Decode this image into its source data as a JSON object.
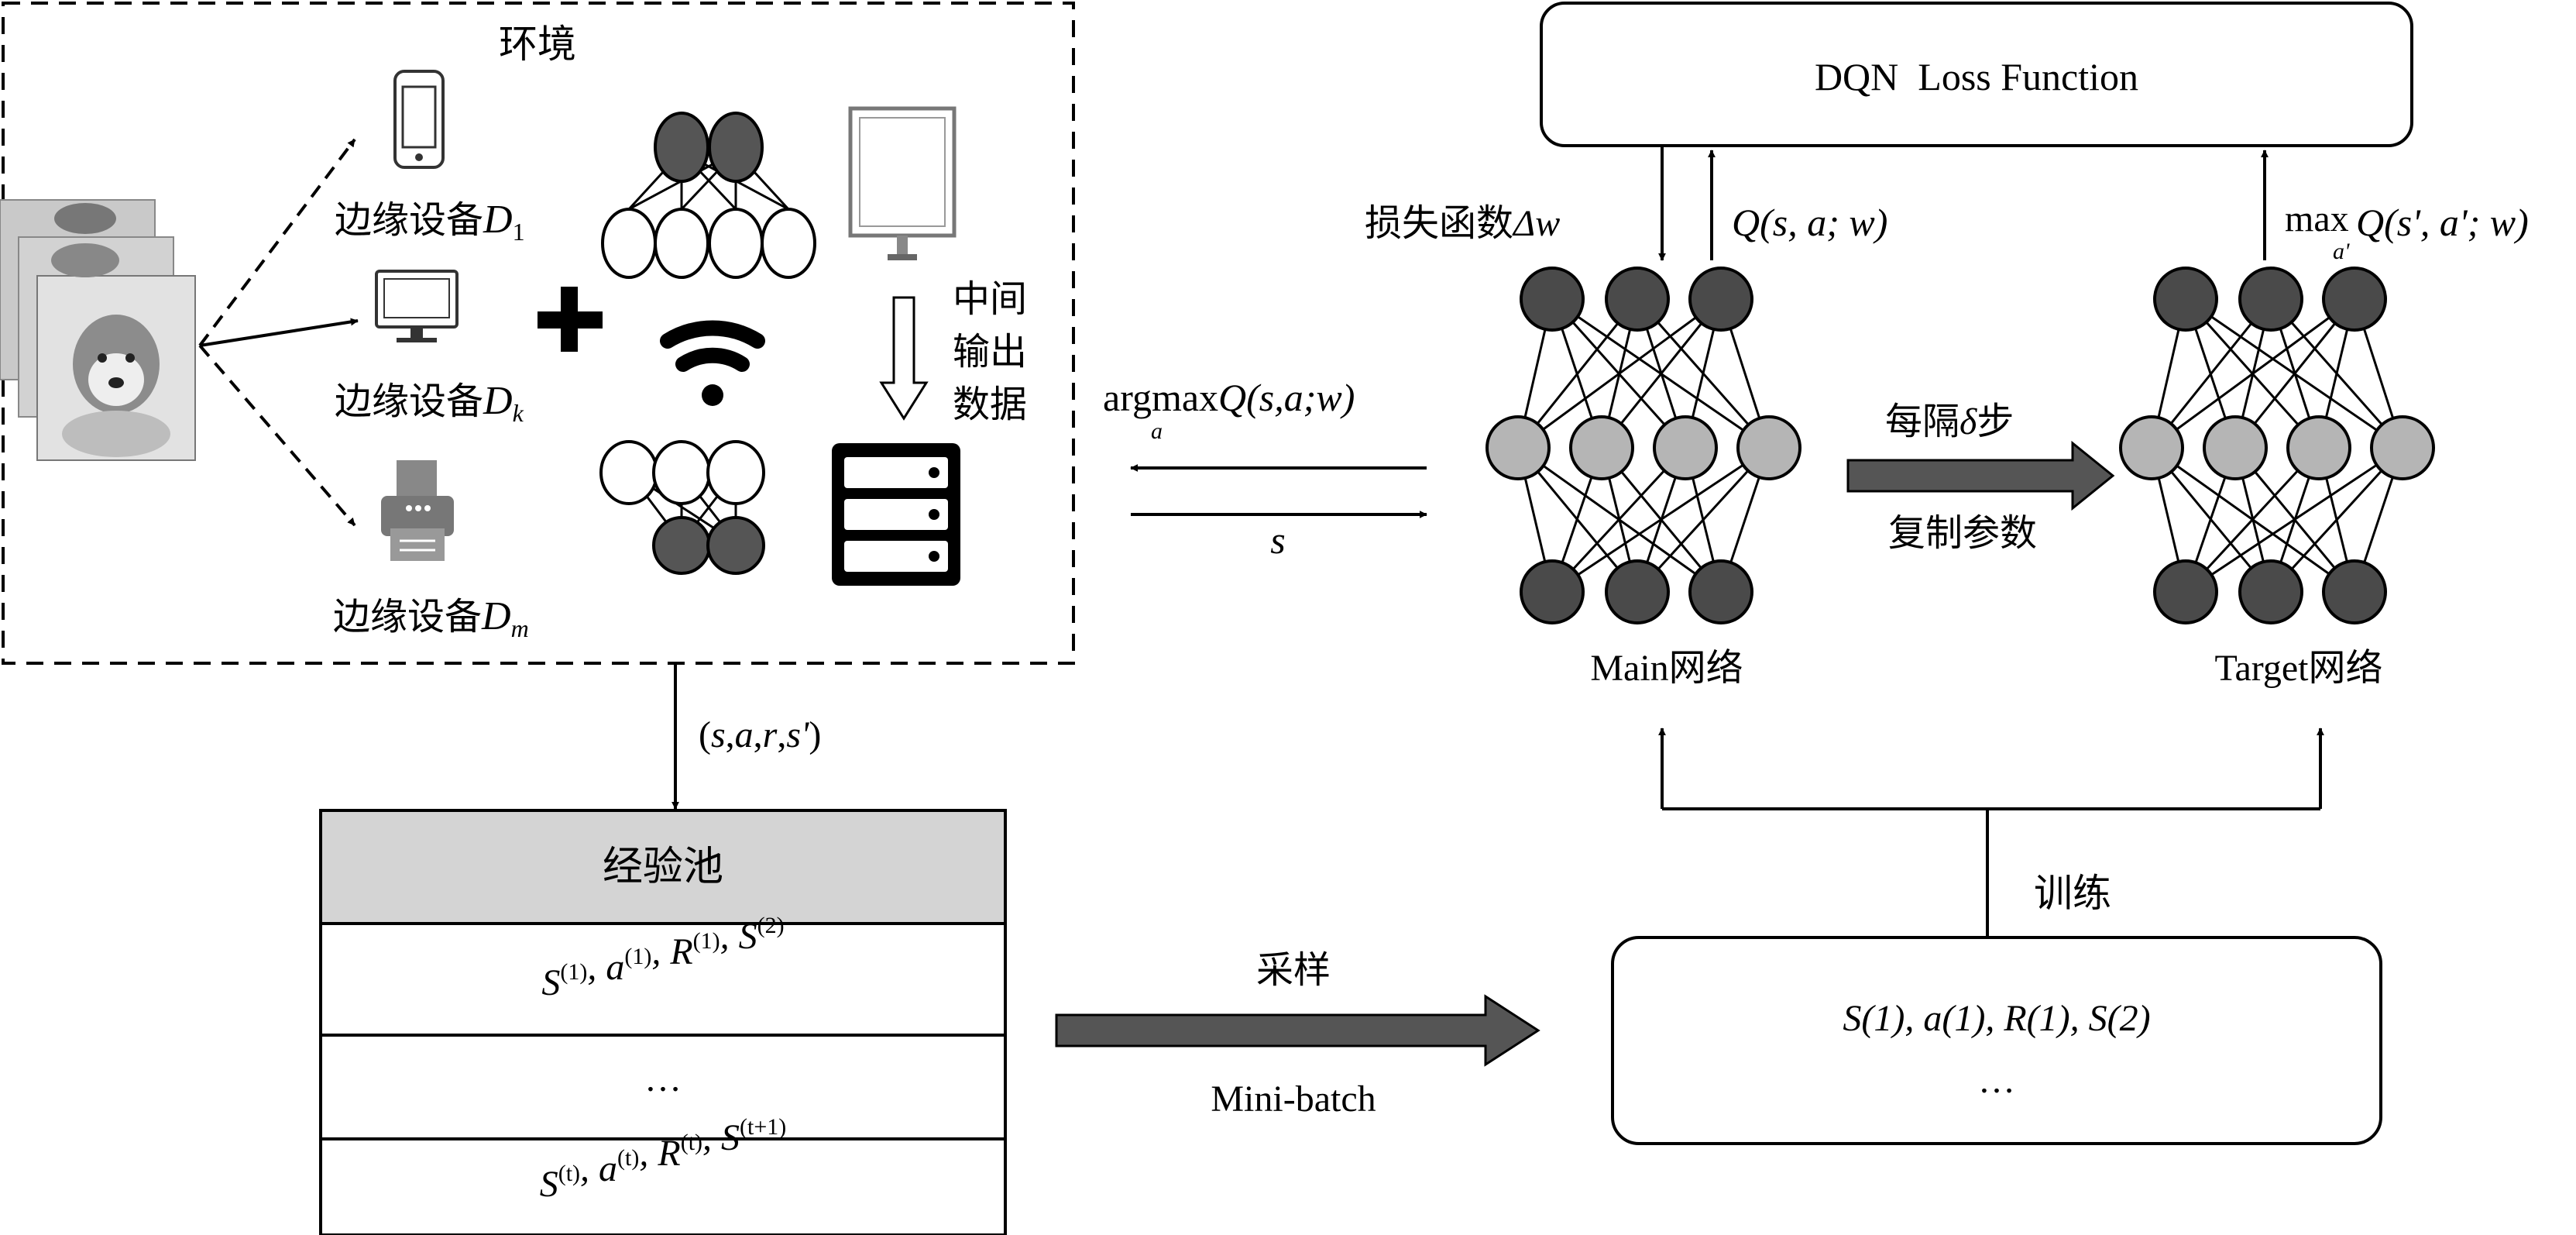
{
  "environment": {
    "title": "环境",
    "device_prefix": "边缘设备",
    "device_1_sub": "1",
    "device_k_sub": "k",
    "device_m_sub": "m",
    "device_letter": "D",
    "middle_output": [
      "中间",
      "输出",
      "数据"
    ]
  },
  "transition_label": {
    "open": "(",
    "vars": [
      "s",
      "a",
      "r",
      "s'"
    ],
    "close": ")"
  },
  "replay_pool": {
    "title": "经验池",
    "rows": [
      "S(1), a(1), R(1), S(2)",
      "…",
      "S(t), a(t), R(t), S(t+1)"
    ]
  },
  "sampling": {
    "top": "采样",
    "bottom": "Mini-batch"
  },
  "minibatch_box": {
    "line1": "S(1), a(1), R(1), S(2)",
    "line2": "…"
  },
  "train_label": "训练",
  "dqn": {
    "loss_box": "DQN  Loss Function",
    "loss_gradient_prefix": "损失函数",
    "loss_gradient_symbol": "Δw",
    "q_main": "Q(s, a; w)",
    "q_target_max": "max",
    "q_target_sub": "a'",
    "q_target": "Q(s', a'; w)",
    "argmax": "argmax",
    "argmax_sub": "a",
    "argmax_q": "Q(s,a;w)",
    "state": "s",
    "copy_top_prefix": "每隔",
    "copy_top_delta": "δ",
    "copy_top_suffix": "步",
    "copy_bottom": "复制参数",
    "main_net": "Main网络",
    "target_net": "Target网络"
  }
}
